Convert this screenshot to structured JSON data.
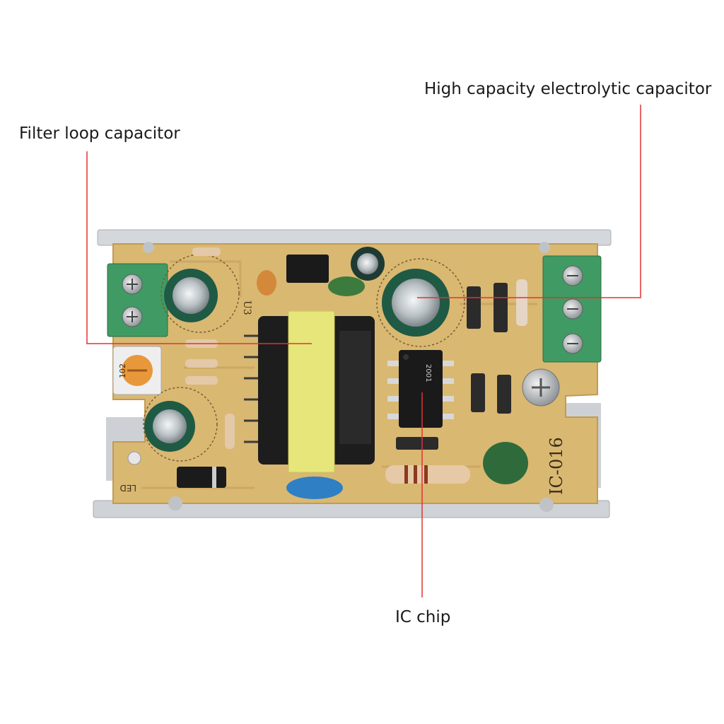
{
  "callouts": {
    "high_capacity": "High capacity electrolytic capacitor",
    "filter_loop": "Filter loop capacitor",
    "ic_chip": "IC chip"
  },
  "board": {
    "model_label": "IC-016",
    "trimmer_label": "102",
    "led_label": "LED",
    "u3_label": "U3",
    "ic_label": "2001"
  },
  "colors": {
    "pcb": "#d9b872",
    "pcb_edge": "#c39a55",
    "heatsink": "#c9cdd2",
    "terminal": "#3f9b63",
    "transformer": "#e7e67a",
    "callout_line": "#e23232"
  }
}
